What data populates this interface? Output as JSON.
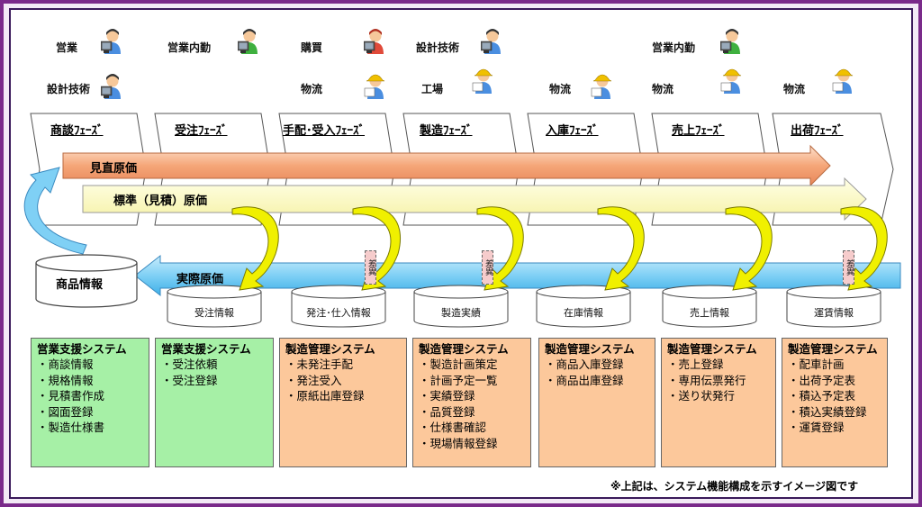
{
  "roles": [
    {
      "id": "r1",
      "text": "営業",
      "person": "blue"
    },
    {
      "id": "r2",
      "text": "設計技術",
      "person": "blue"
    },
    {
      "id": "r3",
      "text": "営業内勤",
      "person": "green"
    },
    {
      "id": "r4",
      "text": "購買",
      "person": "red"
    },
    {
      "id": "r5",
      "text": "物流",
      "person": "worker"
    },
    {
      "id": "r6",
      "text": "設計技術",
      "person": "blue"
    },
    {
      "id": "r7",
      "text": "工場",
      "person": "worker"
    },
    {
      "id": "r8",
      "text": "物流",
      "person": "worker"
    },
    {
      "id": "r9",
      "text": "営業内勤",
      "person": "green"
    },
    {
      "id": "r10",
      "text": "物流",
      "person": "worker"
    },
    {
      "id": "r11",
      "text": "物流",
      "person": "worker"
    }
  ],
  "phases": [
    "商談ﾌｪｰｽﾞ",
    "受注ﾌｪｰｽﾞ",
    "手配･受入ﾌｪｰｽﾞ",
    "製造ﾌｪｰｽﾞ",
    "入庫ﾌｪｰｽﾞ",
    "売上ﾌｪｰｽﾞ",
    "出荷ﾌｪｰｽﾞ"
  ],
  "arrows": {
    "review_cost": "見直原価",
    "standard_cost": "標準（見積）原価",
    "actual_cost": "実際原価"
  },
  "product_info": "商品情報",
  "databases": [
    "受注情報",
    "発注･仕入情報",
    "製造実績",
    "在庫情報",
    "売上情報",
    "運賃情報"
  ],
  "diff_label": "差異",
  "systems": [
    {
      "title": "営業支援システム",
      "color": "green",
      "items": [
        "・商談情報",
        "・規格情報",
        "・見積書作成",
        "・図面登録",
        "・製造仕様書"
      ]
    },
    {
      "title": "営業支援システム",
      "color": "green",
      "items": [
        "・受注依頼",
        "・受注登録"
      ]
    },
    {
      "title": "製造管理システム",
      "color": "orange",
      "items": [
        "・未発注手配",
        "・発注受入",
        "・原紙出庫登録"
      ]
    },
    {
      "title": "製造管理システム",
      "color": "orange",
      "items": [
        "・製造計画策定",
        "・計画予定一覧",
        "・実績登録",
        "・品質登録",
        "・仕様書確認",
        "・現場情報登録"
      ]
    },
    {
      "title": "製造管理システム",
      "color": "orange",
      "items": [
        "・商品入庫登録",
        "・商品出庫登録"
      ]
    },
    {
      "title": "製造管理システム",
      "color": "orange",
      "items": [
        "・売上登録",
        "・専用伝票発行",
        "・送り状発行"
      ]
    },
    {
      "title": "製造管理システム",
      "color": "orange",
      "items": [
        "・配車計画",
        "・出荷予定表",
        "・積込予定表",
        "・積込実績登録",
        "・運賃登録"
      ]
    }
  ],
  "footnote": "※上記は、システム機能構成を示すイメージ図です",
  "colors": {
    "frame": "#7a2a8a",
    "review_arrow": "#f5a678",
    "standard_arrow": "#ffffc8",
    "actual_arrow": "#7fd0f5",
    "green_box": "#a6f0a6",
    "orange_box": "#fcc89b",
    "swirl_arrow": "#f0f000"
  }
}
